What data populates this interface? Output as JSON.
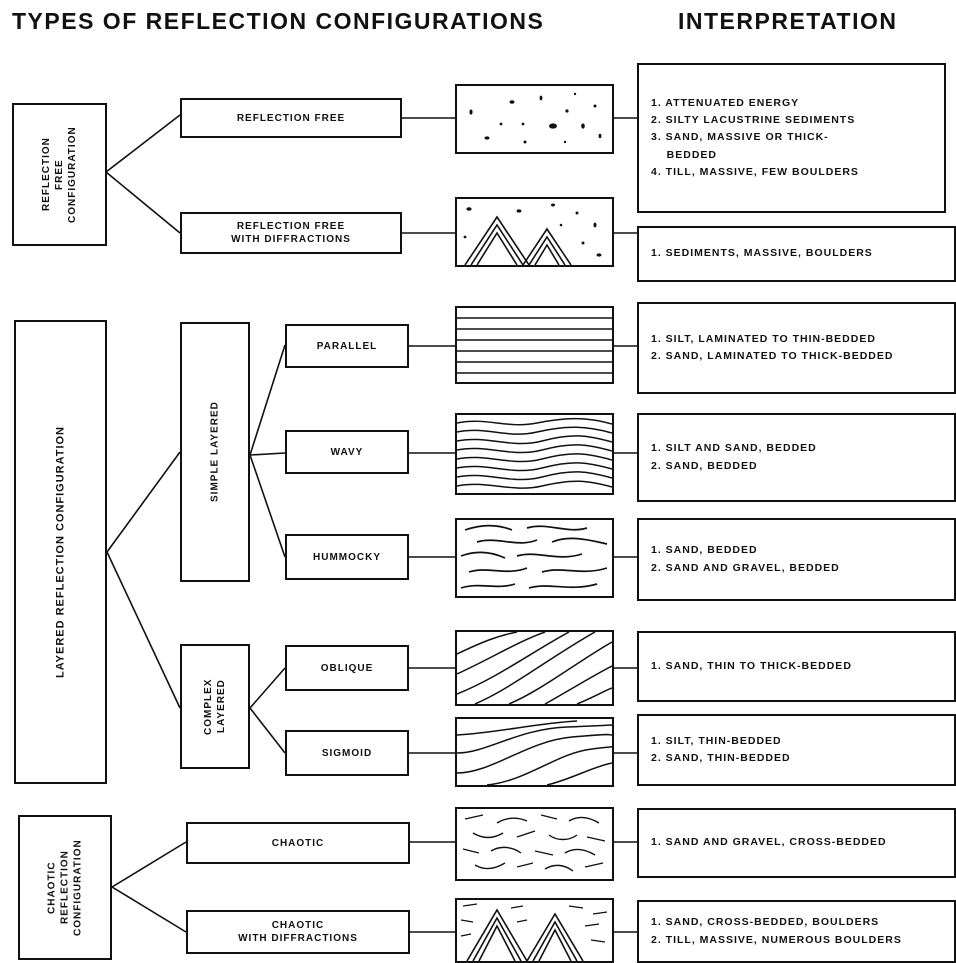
{
  "titles": {
    "types": "TYPES OF REFLECTION CONFIGURATIONS",
    "interpretation": "INTERPRETATION"
  },
  "groups": {
    "reflection_free": "REFLECTION\nFREE\nCONFIGURATION",
    "layered": "LAYERED REFLECTION CONFIGURATION",
    "simple_layered": "SIMPLE LAYERED",
    "complex_layered": "COMPLEX\nLAYERED",
    "chaotic": "CHAOTIC\nREFLECTION\nCONFIGURATION"
  },
  "types": {
    "reflection_free": "REFLECTION FREE",
    "reflection_free_diffractions": "REFLECTION FREE\nWITH DIFFRACTIONS",
    "parallel": "PARALLEL",
    "wavy": "WAVY",
    "hummocky": "HUMMOCKY",
    "oblique": "OBLIQUE",
    "sigmoid": "SIGMOID",
    "chaotic": "CHAOTIC",
    "chaotic_diffractions": "CHAOTIC\nWITH DIFFRACTIONS"
  },
  "interpretations": {
    "reflection_free": [
      "1. ATTENUATED ENERGY",
      "2. SILTY LACUSTRINE SEDIMENTS",
      "3. SAND, MASSIVE OR THICK-",
      "    BEDDED",
      "4. TILL, MASSIVE, FEW BOULDERS"
    ],
    "reflection_free_diffractions": [
      "1. SEDIMENTS, MASSIVE, BOULDERS"
    ],
    "parallel": [
      "1. SILT, LAMINATED TO THIN-BEDDED",
      "2. SAND, LAMINATED TO THICK-BEDDED"
    ],
    "wavy": [
      "1. SILT AND SAND, BEDDED",
      "2. SAND, BEDDED"
    ],
    "hummocky": [
      "1. SAND, BEDDED",
      "2. SAND AND GRAVEL, BEDDED"
    ],
    "oblique": [
      "1. SAND, THIN TO THICK-BEDDED"
    ],
    "sigmoid": [
      "1. SILT, THIN-BEDDED",
      "2. SAND, THIN-BEDDED"
    ],
    "chaotic": [
      "1. SAND AND GRAVEL, CROSS-BEDDED"
    ],
    "chaotic_diffractions": [
      "1. SAND, CROSS-BEDDED, BOULDERS",
      "2. TILL, MASSIVE, NUMEROUS BOULDERS"
    ]
  }
}
